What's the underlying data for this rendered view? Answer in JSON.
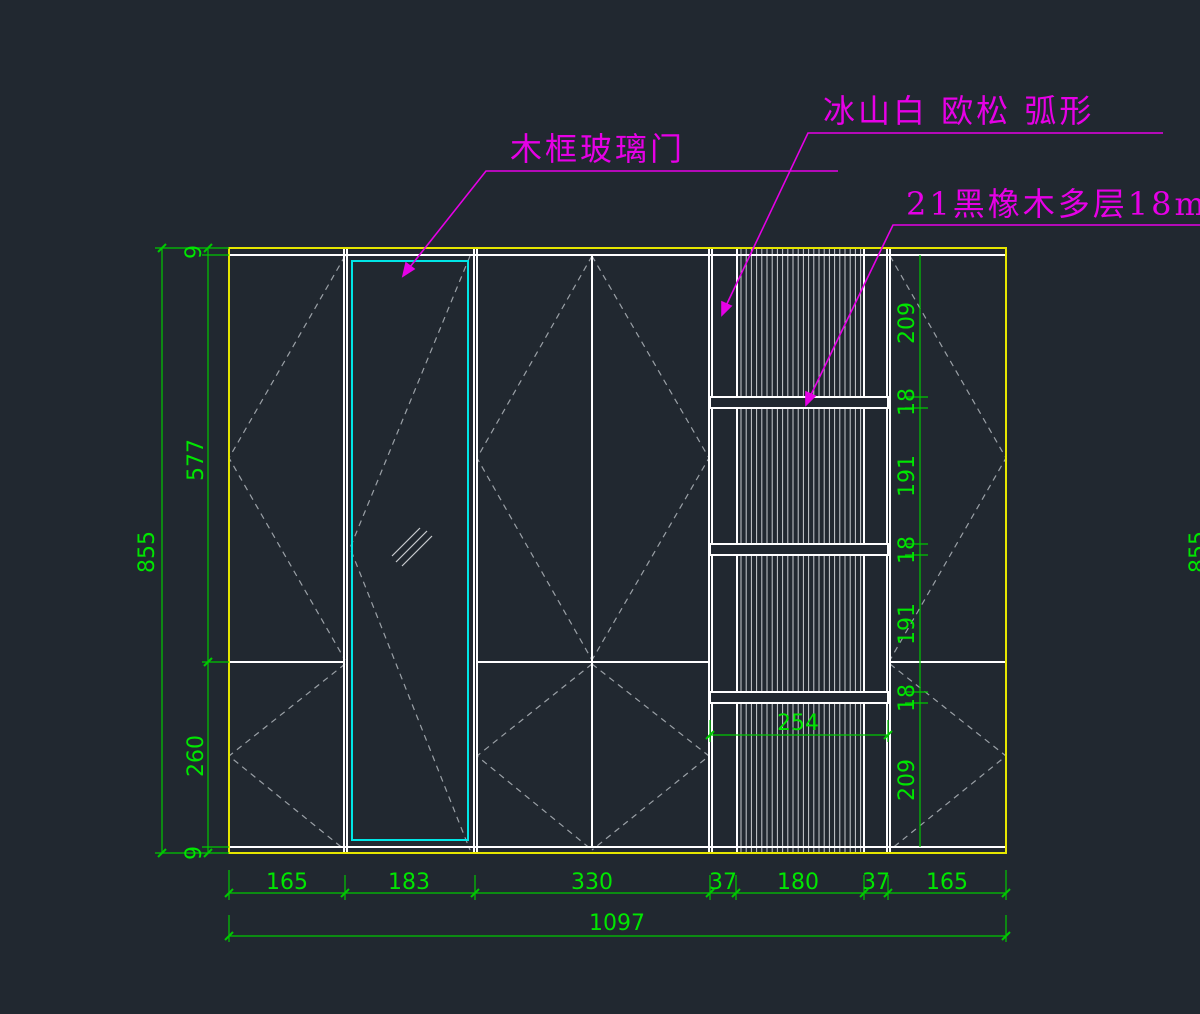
{
  "colors": {
    "background": "#212830",
    "outline": "#e6e600",
    "lines": "#ffffff",
    "glass_frame": "#00e6e6",
    "dims": "#00e600",
    "notes": "#e600e6",
    "dashed": "#9aa0a6"
  },
  "annotations": {
    "glass_door": "木框玻璃门",
    "finish": "冰山白 欧松 弧形",
    "material": "21黑橡木多层18m"
  },
  "dims": {
    "left": {
      "total": "855",
      "top_gap": "9",
      "upper": "577",
      "lower": "260",
      "bottom_gap": "9"
    },
    "bottom": {
      "w1": "165",
      "w2": "183",
      "w3": "330",
      "w4": "37",
      "w5": "180",
      "w6": "37",
      "w7": "165",
      "total": "1097"
    },
    "inner": {
      "shelf_a": "209",
      "board_a": "18",
      "shelf_b": "191",
      "board_b": "18",
      "shelf_c": "191",
      "board_c": "18",
      "shelf_d": "209",
      "inner_width": "254"
    },
    "right_cut": "855"
  }
}
